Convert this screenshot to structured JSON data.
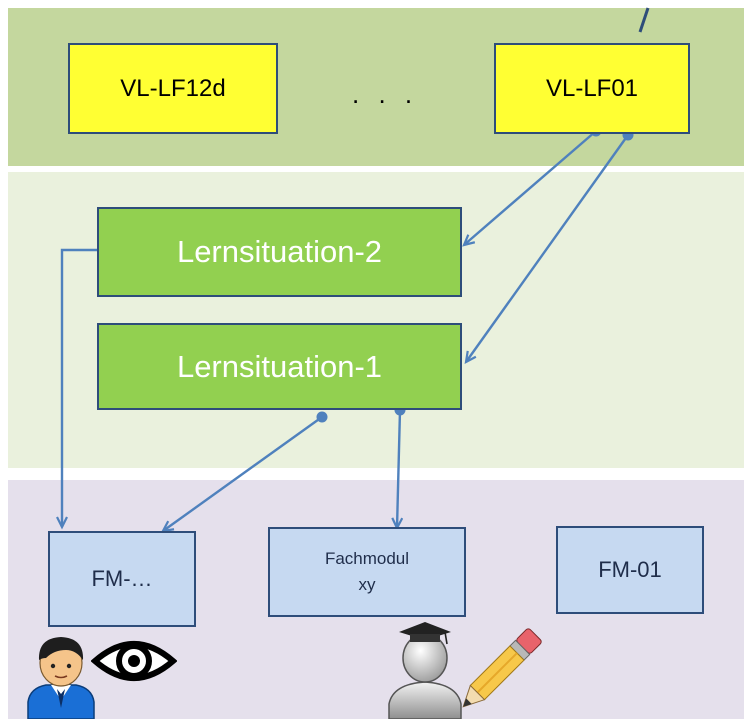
{
  "layer_top": {
    "boxes": [
      "VL-LF12d",
      "VL-LF01"
    ],
    "ellipsis": ". . ."
  },
  "layer_mid": {
    "boxes": [
      "Lernsituation-2",
      "Lernsituation-1"
    ]
  },
  "layer_bot": {
    "boxes": [
      "FM-…",
      "Fachmodul",
      "xy",
      "FM-01"
    ]
  },
  "figures": {
    "left": [
      "person-icon",
      "eye-icon"
    ],
    "center": [
      "graduate-icon",
      "pencil-icon"
    ]
  },
  "colors": {
    "band_top": "#c4d79e",
    "band_mid": "#eaf1dd",
    "band_bot": "#e5e0ec",
    "vl_fill": "#ffff33",
    "ls_fill": "#92d050",
    "fm_fill": "#c6d9f1",
    "connector": "#4f81bd"
  }
}
